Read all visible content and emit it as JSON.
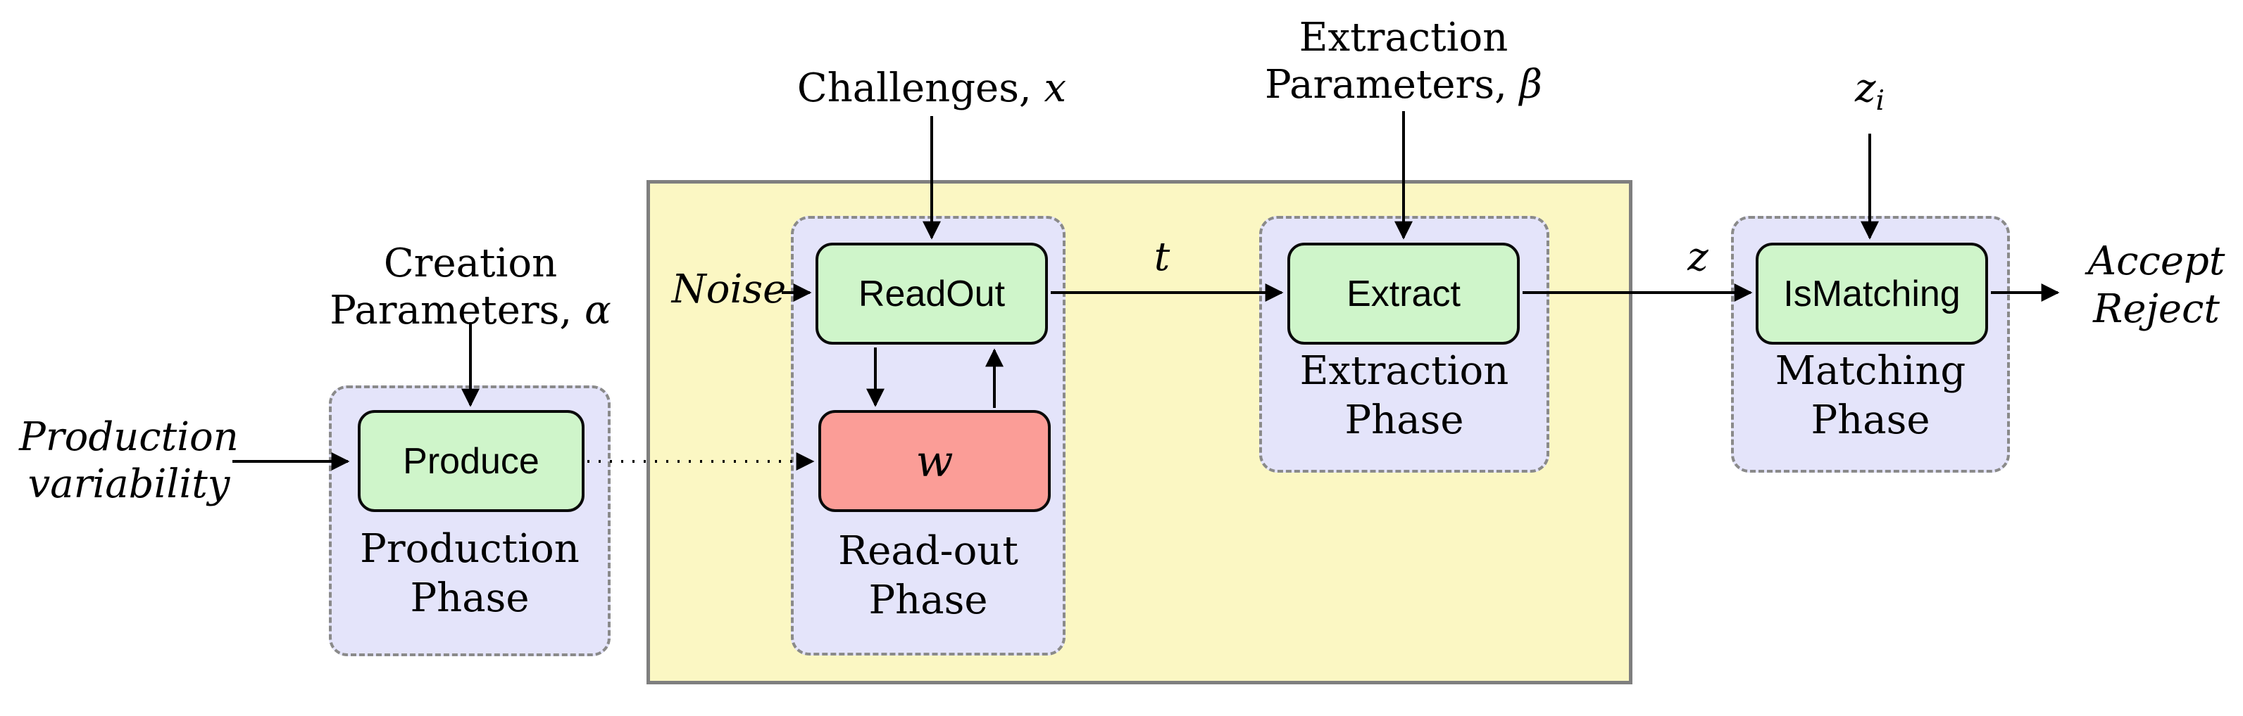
{
  "colors": {
    "canvas_bg": "#ffffff",
    "enrollment_fill": "#FBF7C3",
    "enrollment_border": "#7F7F7F",
    "phase_fill": "#E4E4FA",
    "phase_border": "#8A8A8A",
    "process_fill": "#CFF5CA",
    "memory_fill": "#FB9D97",
    "node_border": "#0A0A0A",
    "arrow": "#000000",
    "text": "#000000"
  },
  "nodes": {
    "produce": "Produce",
    "readout": "ReadOut",
    "w": "w",
    "extract": "Extract",
    "ismatching": "IsMatching"
  },
  "phases": {
    "production": {
      "l1": "Production",
      "l2": "Phase"
    },
    "readout": {
      "l1": "Read-out",
      "l2": "Phase"
    },
    "extraction": {
      "l1": "Extraction",
      "l2": "Phase"
    },
    "matching": {
      "l1": "Matching",
      "l2": "Phase"
    }
  },
  "annotations": {
    "creation": {
      "l1": "Creation",
      "l2_text": "Parameters, ",
      "l2_var": "α"
    },
    "production_variability": {
      "l1": "Production",
      "l2": "variability"
    },
    "challenges": {
      "text": "Challenges, ",
      "var": "x"
    },
    "noise": "Noise",
    "extraction_params": {
      "l1": "Extraction",
      "l2_text": "Parameters, ",
      "l2_var": "β"
    },
    "z_input": {
      "var": "z",
      "sub": "i"
    },
    "t": "t",
    "z": "z",
    "output": {
      "l1": "Accept",
      "l2": "Reject"
    }
  }
}
